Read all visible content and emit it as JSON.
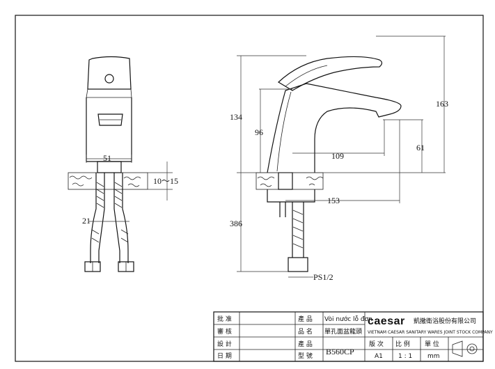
{
  "drawing": {
    "dims": {
      "width_body": "51",
      "deck_range": "10～15",
      "hose_pitch": "21",
      "height_spout": "134",
      "height_lever": "96",
      "total_height": "163",
      "reach": "109",
      "outlet_height": "61",
      "base_to_outlet": "153",
      "hose_length": "386",
      "thread": "PS1/2"
    }
  },
  "title_block": {
    "approve_label": "批 准",
    "review_label": "審 核",
    "design_label": "設 計",
    "date_label": "日 期",
    "name_label_1": "產 品",
    "name_label_2": "品 名",
    "product_name_vi": "Vòi nước lỗ đơn",
    "product_name_cn": "單孔面盆龍頭",
    "model_label_1": "產 品",
    "model_label_2": "型 號",
    "model": "B560CP",
    "brand": "caesar",
    "company_cn": "凱撒衛浴股份有限公司",
    "company_en": "VIETNAM CAESAR SANITARY WARES JOINT STOCK COMPANY",
    "version_label": "版 次",
    "version": "A1",
    "scale_label": "比 例",
    "scale": "1 : 1",
    "unit_label": "單 位",
    "unit": "mm"
  }
}
